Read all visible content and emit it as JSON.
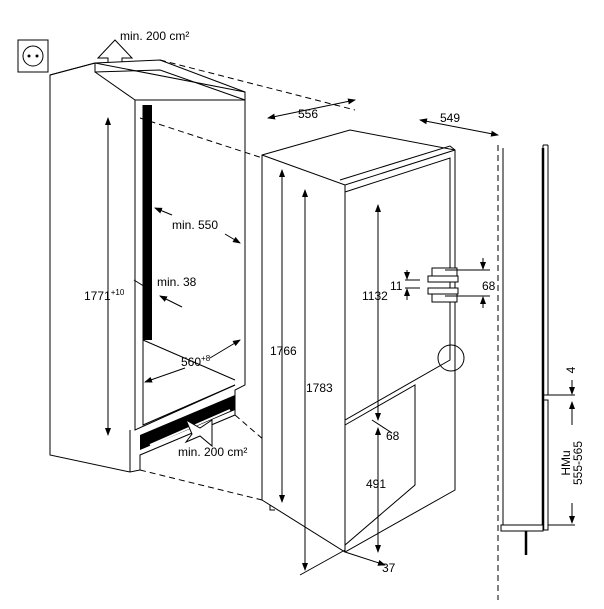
{
  "title": "Built-in fridge installation dimensions",
  "labels": {
    "vent_top": "min. 200 cm²",
    "vent_bottom": "min. 200 cm²",
    "depth_556": "556",
    "width_549": "549",
    "niche_depth": "min. 550",
    "niche_height": "1771",
    "niche_height_tol": "+10",
    "vent_gap": "min. 38",
    "niche_width": "560",
    "niche_width_tol": "+8",
    "h_1766": "1766",
    "h_1783": "1783",
    "h_1132": "1132",
    "gap_11": "11",
    "hinge_68": "68",
    "door_68": "68",
    "h_491": "491",
    "bottom_37": "37",
    "gap_4": "4",
    "hmu": "HMu",
    "hmu_range": "555-565"
  }
}
